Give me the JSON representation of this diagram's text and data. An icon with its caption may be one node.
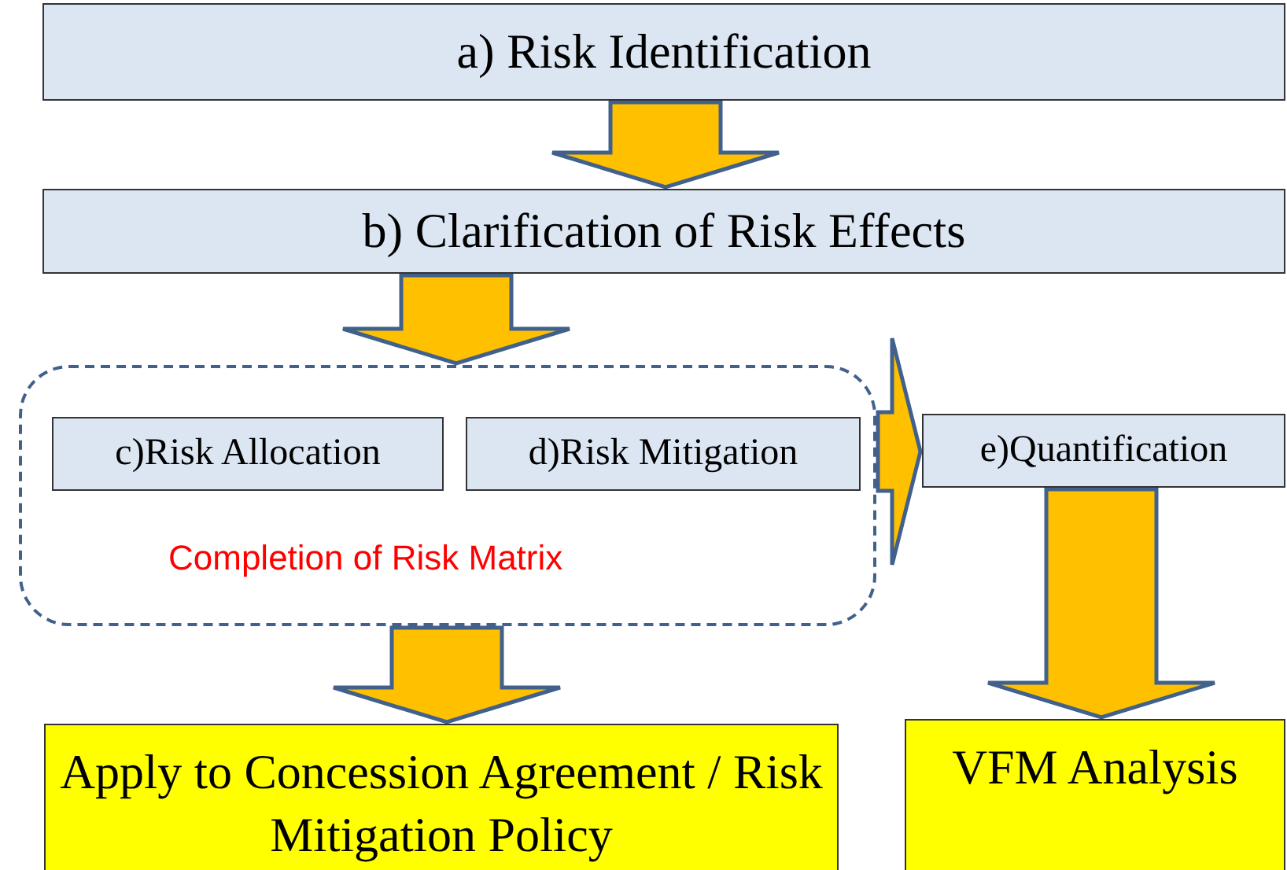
{
  "diagram": {
    "nodes": [
      {
        "text": [
          "a) Risk Identification"
        ]
      },
      {
        "text": [
          "b) Clarification of Risk Effects"
        ]
      },
      {
        "text": [
          "Completion of Risk Matrix"
        ]
      },
      {
        "text": [
          "c)Risk Allocation"
        ],
        "in": 2
      },
      {
        "text": [
          "d)Risk Mitigation"
        ],
        "in": 2
      },
      {
        "text": [
          "e)Quantification"
        ]
      },
      {
        "text": [
          "Apply to Concession Agreement / Risk Mitigation Policy"
        ]
      },
      {
        "text": [
          "VFM Analysis"
        ]
      }
    ],
    "edges": [
      {
        "from": 0,
        "to": 1,
        "arrow": "to"
      },
      {
        "from": 1,
        "to": 2,
        "arrow": "to"
      },
      {
        "from": 2,
        "to": 5,
        "arrow": "to"
      },
      {
        "from": 2,
        "to": 6,
        "arrow": "to"
      },
      {
        "from": 5,
        "to": 7,
        "arrow": "to"
      }
    ]
  }
}
